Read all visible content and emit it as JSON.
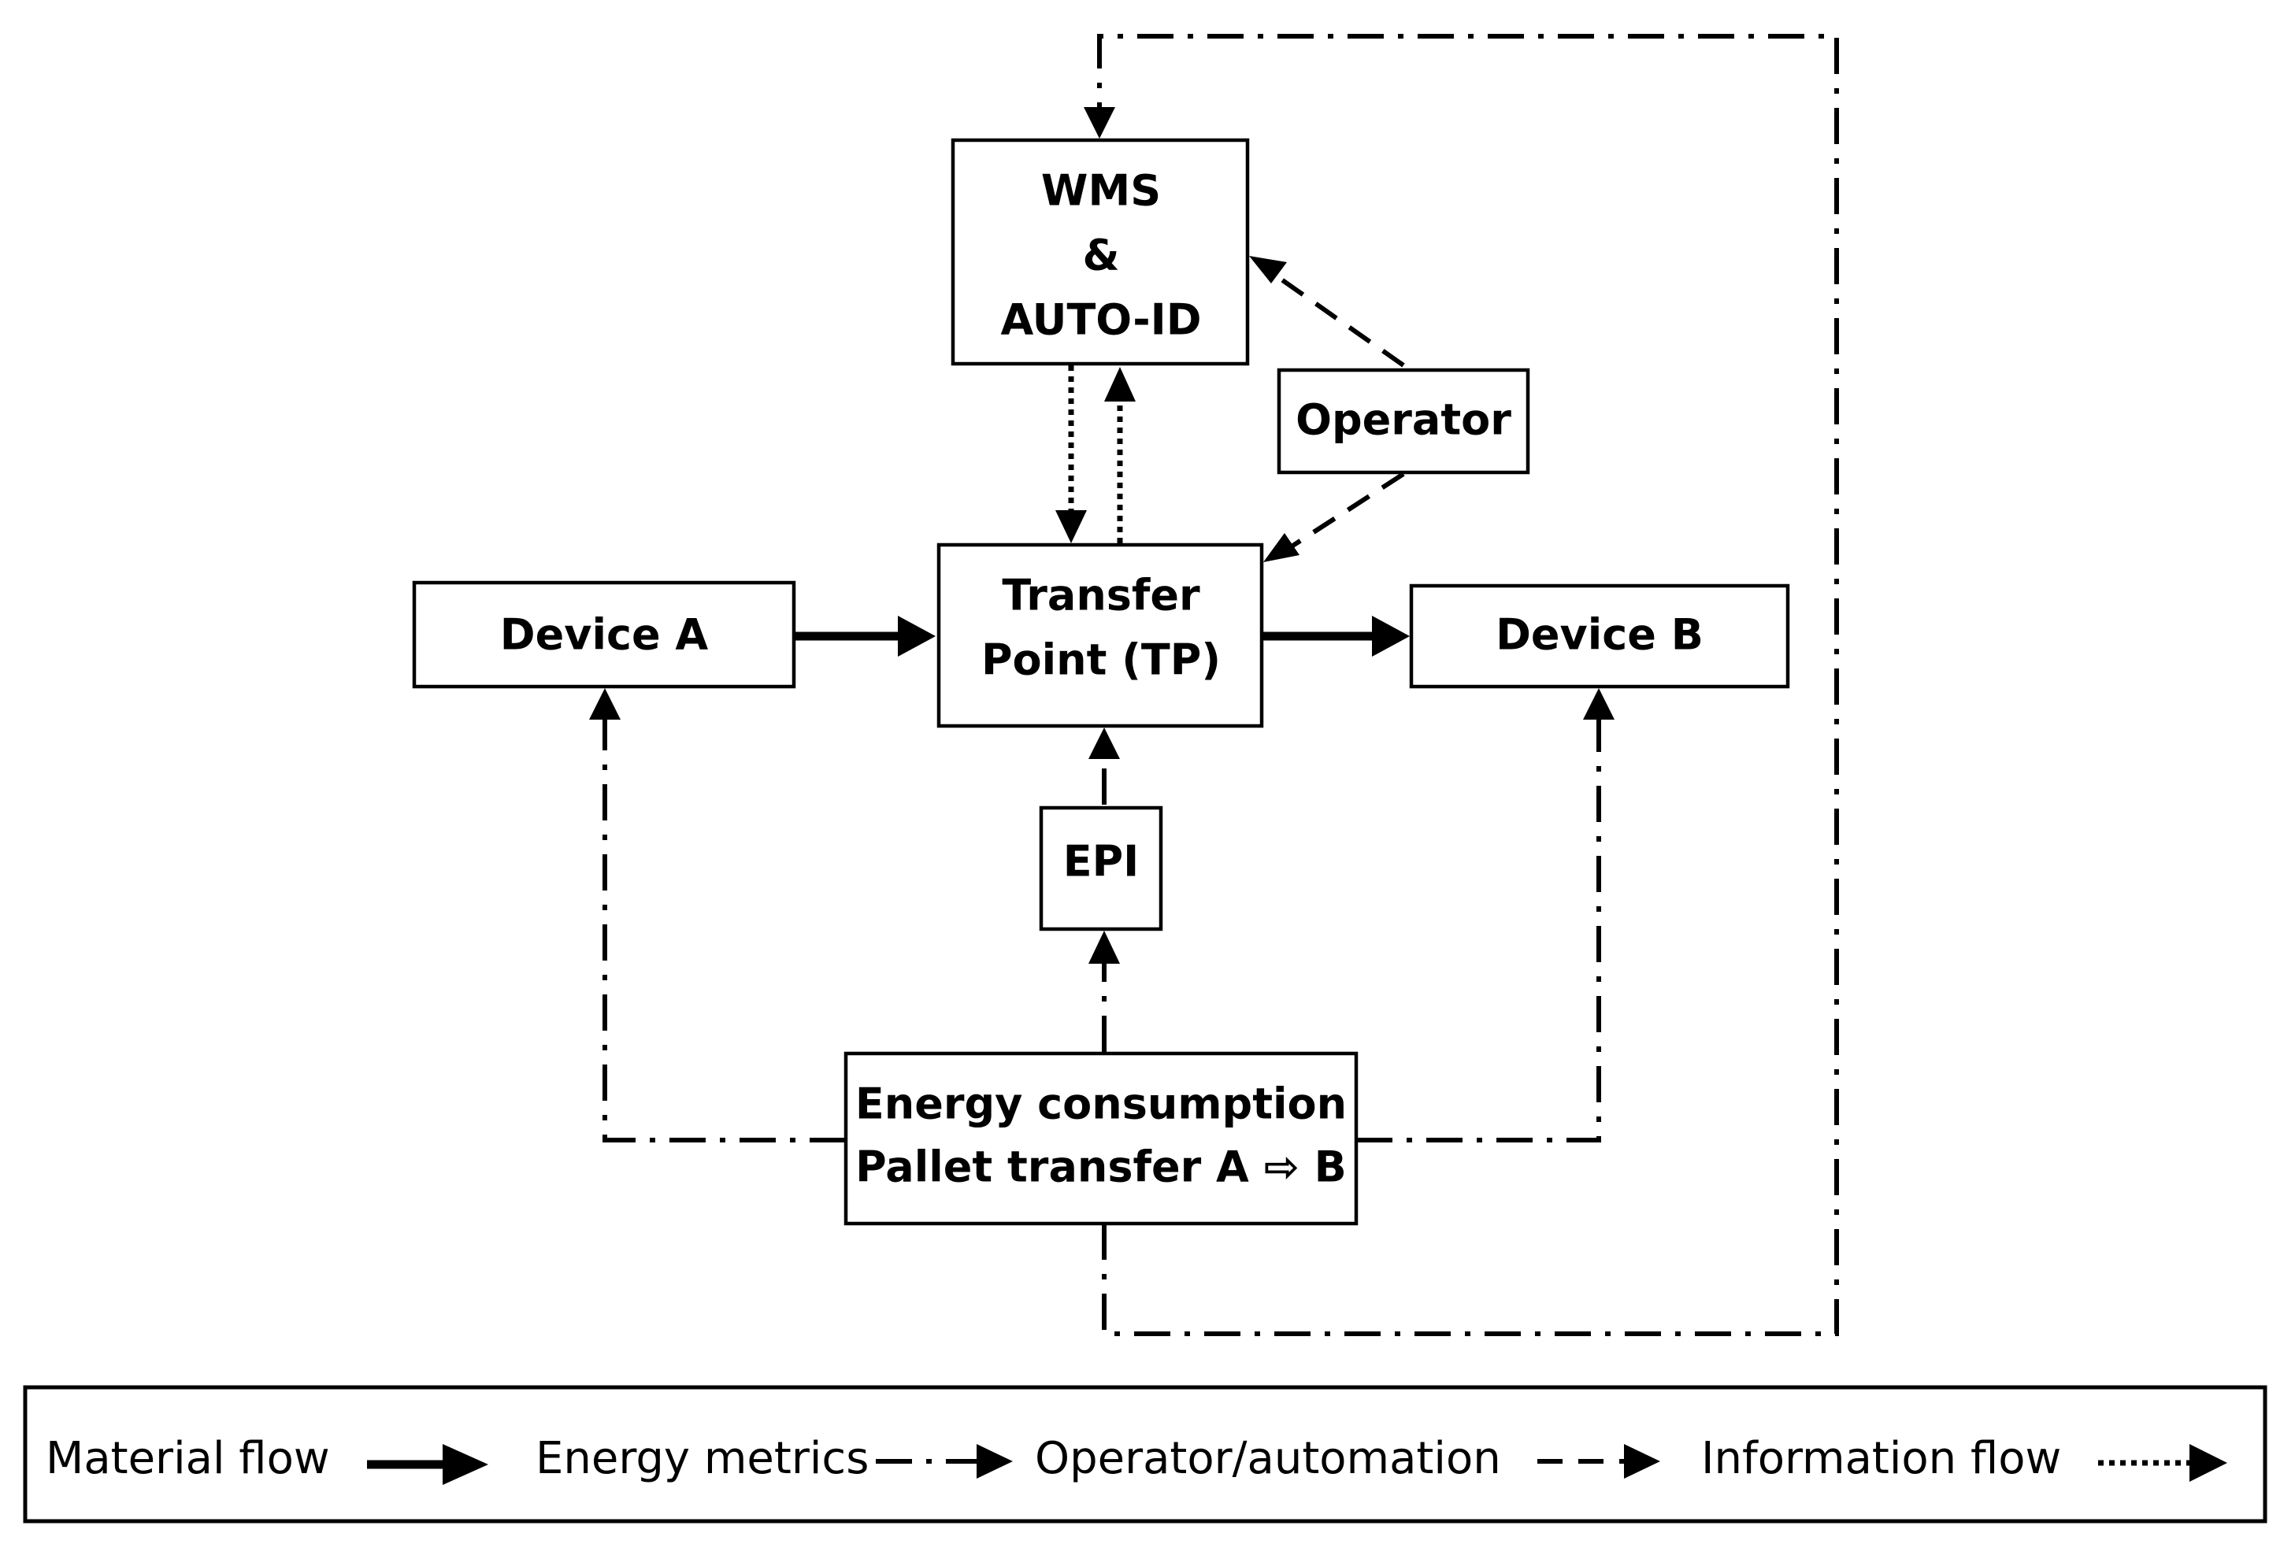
{
  "nodes": {
    "wms": {
      "line1": "WMS",
      "line2": "&",
      "line3": "AUTO-ID"
    },
    "operator": {
      "label": "Operator"
    },
    "transfer_point": {
      "line1": "Transfer",
      "line2": "Point (TP)"
    },
    "device_a": {
      "label": "Device A"
    },
    "device_b": {
      "label": "Device B"
    },
    "epi": {
      "label": "EPI"
    },
    "energy": {
      "line1": "Energy consumption",
      "line2": "Pallet transfer A ⇨ B"
    }
  },
  "edges": [
    {
      "from": "device_a",
      "to": "transfer_point",
      "type": "material"
    },
    {
      "from": "transfer_point",
      "to": "device_b",
      "type": "material"
    },
    {
      "from": "wms",
      "to": "transfer_point",
      "type": "information"
    },
    {
      "from": "transfer_point",
      "to": "wms",
      "type": "information"
    },
    {
      "from": "operator",
      "to": "wms",
      "type": "operator_automation"
    },
    {
      "from": "operator",
      "to": "transfer_point",
      "type": "operator_automation"
    },
    {
      "from": "epi",
      "to": "transfer_point",
      "type": "energy_metrics"
    },
    {
      "from": "energy",
      "to": "epi",
      "type": "energy_metrics"
    },
    {
      "from": "energy",
      "to": "device_a",
      "type": "energy_metrics"
    },
    {
      "from": "energy",
      "to": "device_b",
      "type": "energy_metrics"
    },
    {
      "from": "energy",
      "to": "wms",
      "type": "energy_metrics"
    }
  ],
  "legend": {
    "material_flow": "Material flow",
    "energy_metrics": "Energy metrics",
    "operator_automation": "Operator/automation",
    "information_flow": "Information flow"
  }
}
